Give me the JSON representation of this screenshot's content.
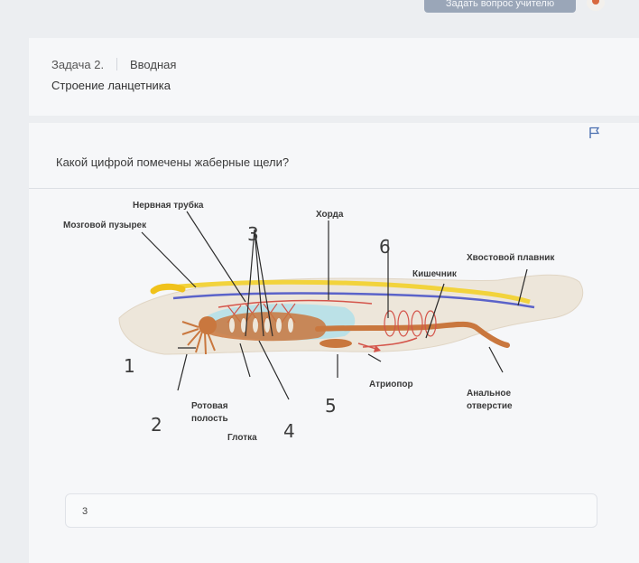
{
  "header": {
    "ask_teacher": "Задать вопрос учителю"
  },
  "task": {
    "number": "Задача 2.",
    "type": "Вводная",
    "title": "Строение ланцетника"
  },
  "question": "Какой цифрой помечены жаберные щели?",
  "diagram": {
    "labels": {
      "brain_vesicle": "Мозговой пузырек",
      "neural_tube": "Нервная трубка",
      "notochord": "Хорда",
      "tail_fin": "Хвостовой плавник",
      "intestine": "Кишечник",
      "atriopore": "Атриопор",
      "oral_cavity_1": "Ротовая",
      "oral_cavity_2": "полость",
      "pharynx": "Глотка",
      "anus_1": "Анальное",
      "anus_2": "отверстие"
    },
    "numbers": [
      "1",
      "2",
      "3",
      "4",
      "5",
      "6"
    ]
  },
  "answer": {
    "value": "3"
  },
  "colors": {
    "body": "#ede6da",
    "notochord": "#f2d33c",
    "nerve": "#5b63c9",
    "gut": "#c9773e",
    "cavity": "#aee0ea",
    "vessel": "#d4544a"
  }
}
